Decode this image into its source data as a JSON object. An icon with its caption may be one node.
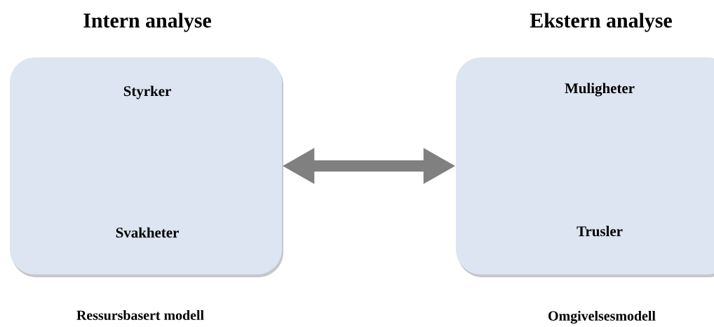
{
  "diagram": {
    "nodes": [
      {
        "text": [
          "Intern analyse",
          "Styrker",
          "Svakheter"
        ],
        "beside": [
          "Ressursbasert modell"
        ]
      },
      {
        "text": [
          "Ekstern analyse",
          "Muligheter",
          "Trusler"
        ],
        "beside": [
          "Omgivelsesmodell"
        ]
      }
    ],
    "edges": [
      {
        "from": 0,
        "to": 1,
        "arrow": "both"
      }
    ]
  }
}
